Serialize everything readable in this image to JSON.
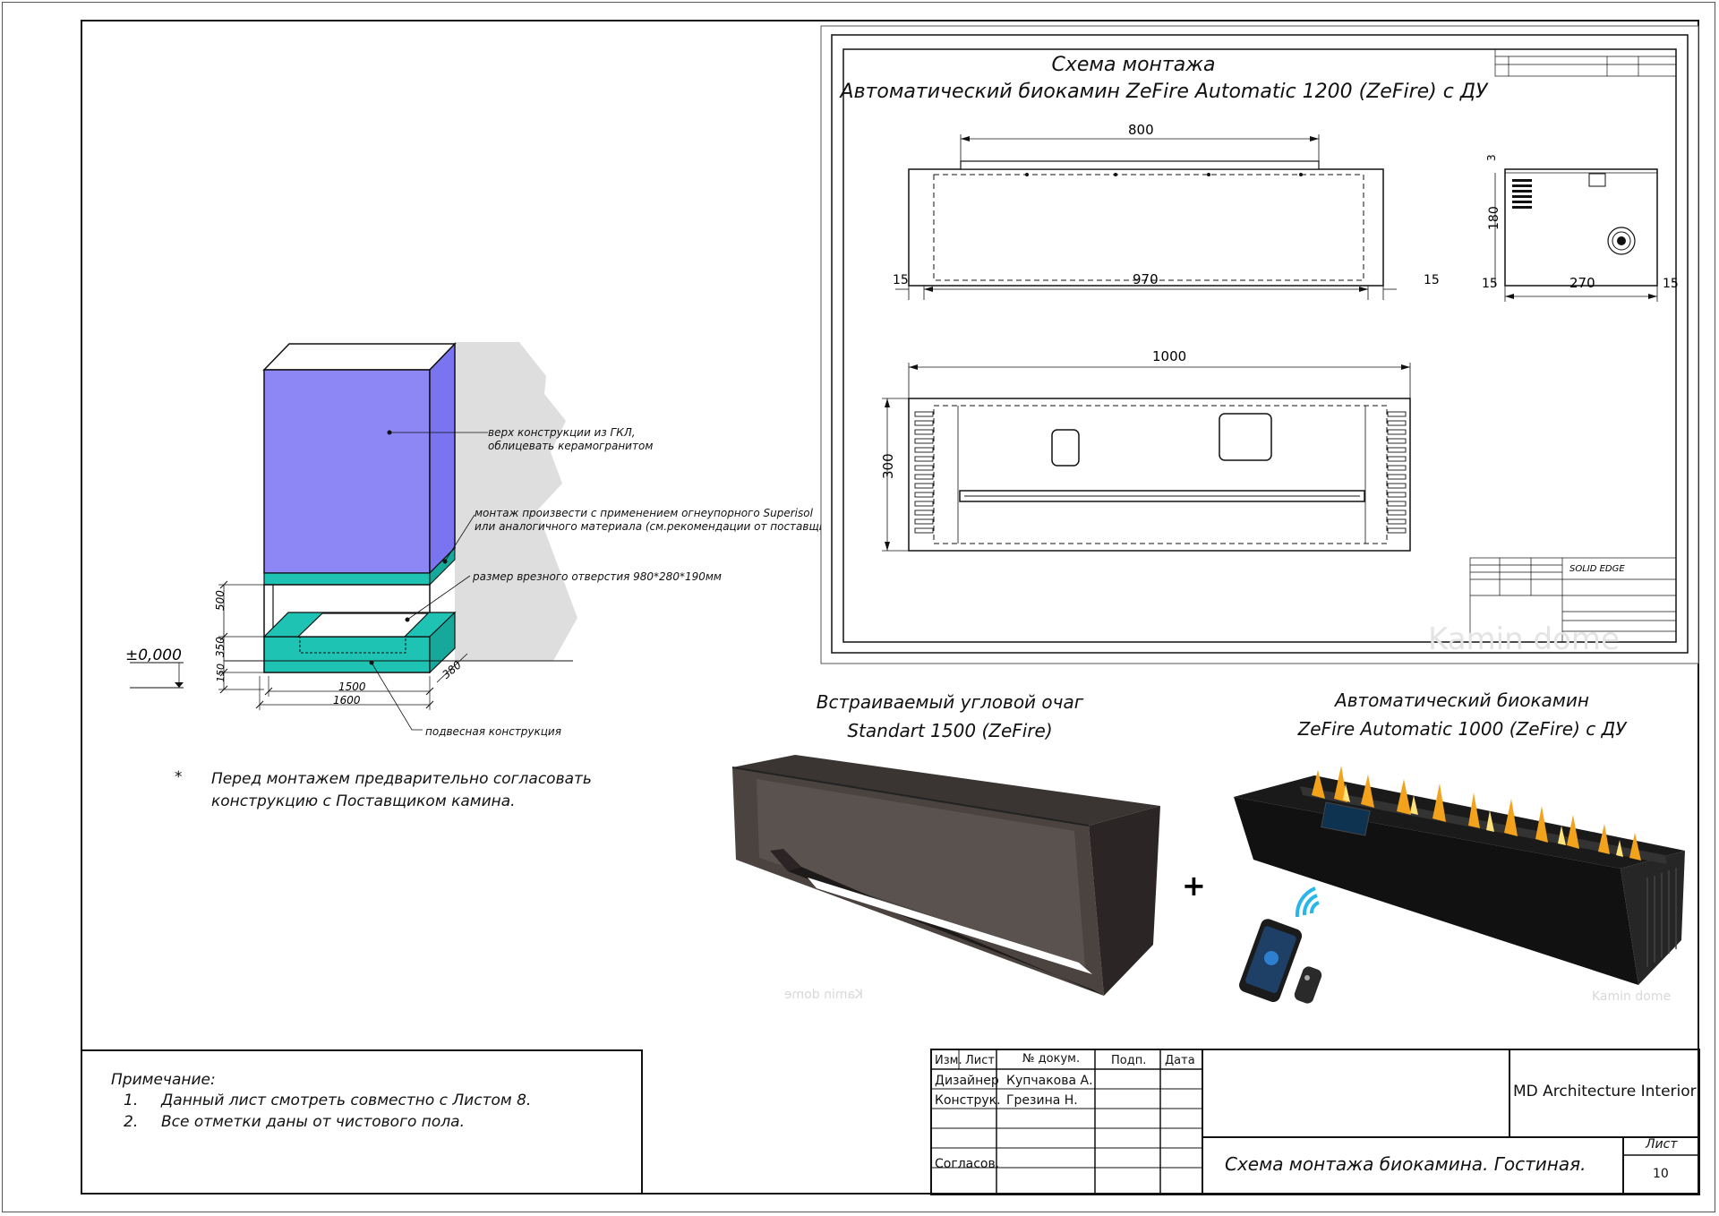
{
  "left_diagram": {
    "callout_top": [
      "верх конструкции из ГКЛ,",
      "облицевать керамогранитом"
    ],
    "callout_mount": [
      "монтаж произвести с применением огнеупорного Superisol",
      "или аналогичного материала (см.рекомендации от поставщика)"
    ],
    "callout_opening": "размер врезного отверстия 980*280*190мм",
    "callout_bottom": "подвесная конструкция",
    "level_mark": "±0,000",
    "dims": {
      "h500": "500",
      "h350": "350",
      "h150": "150",
      "d380": "380",
      "w1500": "1500",
      "w1600": "1600"
    }
  },
  "pre_note": {
    "bullet": "*",
    "lines": [
      "Перед монтажем предварительно согласовать",
      "конструкцию с Поставщиком камина."
    ]
  },
  "scheme": {
    "title_line1": "Схема монтажа",
    "title_line2": "Автоматический биокамин ZeFire Automatic 1200 (ZeFire) с ДУ",
    "dims": {
      "top800": "800",
      "top970": "970",
      "left15": "15",
      "right15": "15",
      "side3": "3",
      "side180": "180",
      "side15a": "15",
      "side270": "270",
      "side15b": "15",
      "plan1000": "1000",
      "plan300": "300"
    },
    "solid_edge": "SOLID EDGE",
    "watermark": "Kamin dome"
  },
  "products": {
    "left_title": [
      "Встраиваемый угловой очаг",
      "Standart 1500 (ZeFire)"
    ],
    "right_title": [
      "Автоматический биокамин",
      "ZeFire Automatic 1000 (ZeFire) с ДУ"
    ],
    "plus": "+",
    "watermark_left": "Kamin dome",
    "watermark_right": "Kamin dome"
  },
  "notes_box": {
    "heading": "Примечание:",
    "items": [
      {
        "num": "1.",
        "text": "Данный лист смотреть совместно с Листом 8."
      },
      {
        "num": "2.",
        "text": "Все отметки даны от чистового пола."
      }
    ]
  },
  "title_block": {
    "headers": [
      "Изм.",
      "Лист",
      "№ докум.",
      "Подп.",
      "Дата"
    ],
    "rows": [
      {
        "role": "Дизайнер",
        "name": "Купчакова А."
      },
      {
        "role": "Конструк.",
        "name": "Грезина Н."
      },
      {
        "role": "",
        "name": ""
      },
      {
        "role": "",
        "name": ""
      },
      {
        "role": "Согласов.",
        "name": ""
      }
    ],
    "company": "MD Architecture Interior",
    "sheet_title": "Схема монтажа биокамина. Гостиная.",
    "sheet_label": "Лист",
    "sheet_number": "10"
  },
  "colors": {
    "blue_panel": "#8c87f5",
    "teal": "#1fc3b4",
    "wall_shadow": "#dedede",
    "ink": "#111111"
  }
}
